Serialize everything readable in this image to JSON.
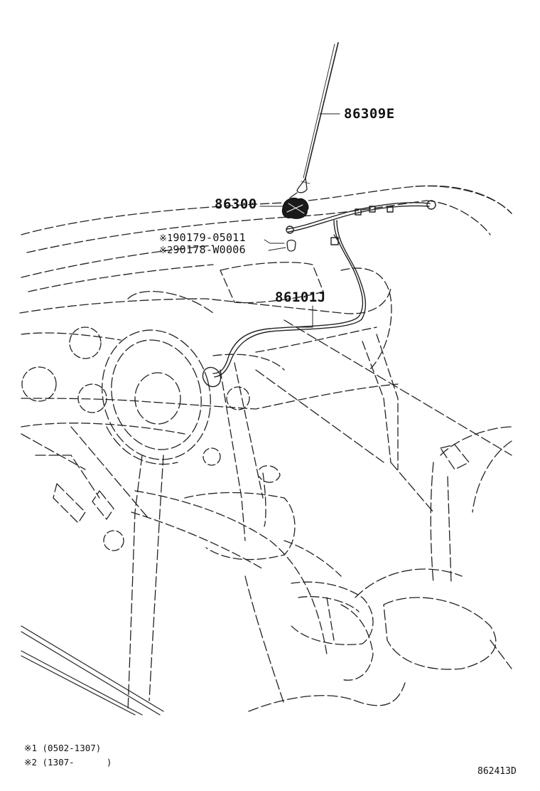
{
  "parts": {
    "antenna_rod": "86309E",
    "antenna_base": "86300",
    "cord": "86101J"
  },
  "fasteners": [
    {
      "mark": "※1",
      "number": "90179-05011"
    },
    {
      "mark": "※2",
      "number": "90178-W0006"
    }
  ],
  "footnotes": [
    {
      "mark": "※1",
      "range": "(0502-1307)"
    },
    {
      "mark": "※2",
      "range": "(1307-      )"
    }
  ],
  "figure_code": "862413D"
}
